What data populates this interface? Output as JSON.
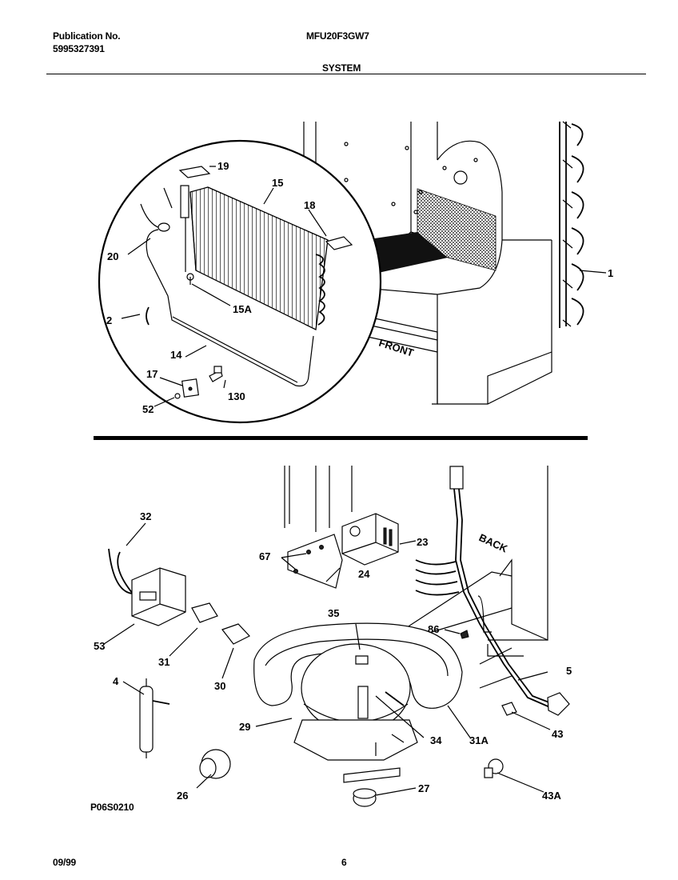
{
  "header": {
    "publication_label": "Publication No.",
    "publication_number": "5995327391",
    "model": "MFU20F3GW7",
    "section": "SYSTEM"
  },
  "footer": {
    "date": "09/99",
    "page": "6"
  },
  "drawing_code": "P06S0210",
  "top_labels": {
    "l19": "19",
    "l15": "15",
    "l18": "18",
    "l20": "20",
    "l15a": "15A",
    "l2": "2",
    "l14": "14",
    "l17": "17",
    "l130": "130",
    "l52": "52",
    "l1": "1",
    "front": "FRONT"
  },
  "bottom_labels": {
    "l32": "32",
    "l53": "53",
    "l31": "31",
    "l30": "30",
    "l4": "4",
    "l26": "26",
    "l29": "29",
    "l67": "67",
    "l24": "24",
    "l23": "23",
    "l35": "35",
    "l86": "86",
    "l5": "5",
    "l34": "34",
    "l31a": "31A",
    "l43": "43",
    "l27": "27",
    "l43a": "43A",
    "back": "BACK"
  }
}
